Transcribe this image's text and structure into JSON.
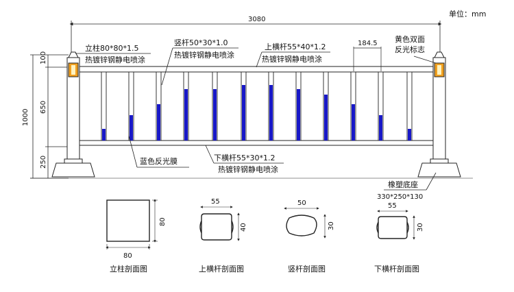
{
  "unit_label": "单位：mm",
  "dims": {
    "total_width": "3080",
    "total_height": "1000",
    "top_seg": "100",
    "mid_seg": "650",
    "bottom_seg": "250",
    "picket_spacing": "184.5"
  },
  "callouts": {
    "post": {
      "line1": "立柱80*80*1.5",
      "line2": "热镀锌钢静电喷涂"
    },
    "picket": {
      "line1": "竖杆50*30*1.0",
      "line2": "热镀锌钢静电喷涂"
    },
    "top_rail": {
      "line1": "上横杆55*40*1.2",
      "line2": "热镀锌钢静电喷涂"
    },
    "reflector": {
      "line1": "黄色双面",
      "line2": "反光标志"
    },
    "blue_film": "蓝色反光膜",
    "bottom_rail": {
      "line1": "下横杆55*30*1.2",
      "line2": "热镀锌钢静电喷涂"
    },
    "base": {
      "line1": "橡塑底座",
      "line2": "330*250*130"
    }
  },
  "sections": [
    {
      "title": "立柱剖面图",
      "w": "80",
      "h": "80"
    },
    {
      "title": "上横杆剖面图",
      "w": "55",
      "h": "40"
    },
    {
      "title": "竖杆剖面图",
      "w": "50",
      "h": "30"
    },
    {
      "title": "下横杆剖面图",
      "w": "55",
      "h": "30"
    }
  ],
  "colors": {
    "blue_film": "#1818c8",
    "reflector": "#f0a020",
    "line": "#222222"
  }
}
